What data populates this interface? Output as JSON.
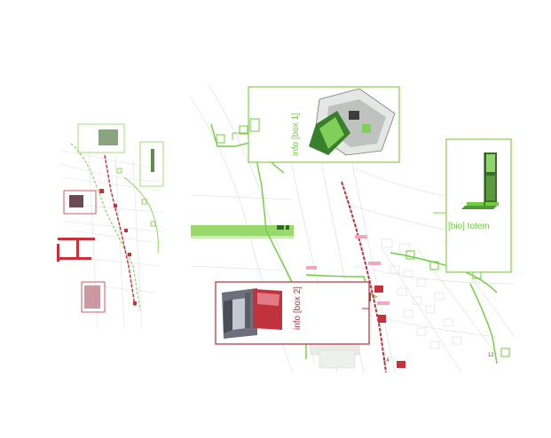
{
  "panels": {
    "info_box_1": {
      "label": "info [box 1]",
      "color": "#6fcf3a"
    },
    "info_box_2": {
      "label": "info [box 2]",
      "color": "#b5303a"
    },
    "bio_totem": {
      "label": "[bio] totem",
      "color": "#6fcf3a"
    }
  },
  "route_numbers": [
    "7",
    "12",
    "14"
  ],
  "colors": {
    "route_green": "#7fd34a",
    "route_red": "#c8303a",
    "map_lines": "#d8dcd8",
    "accent_pink": "#f3a6c0"
  },
  "icons": [
    "tree-icon",
    "bench-icon",
    "info-point-icon",
    "signpost-icon"
  ]
}
